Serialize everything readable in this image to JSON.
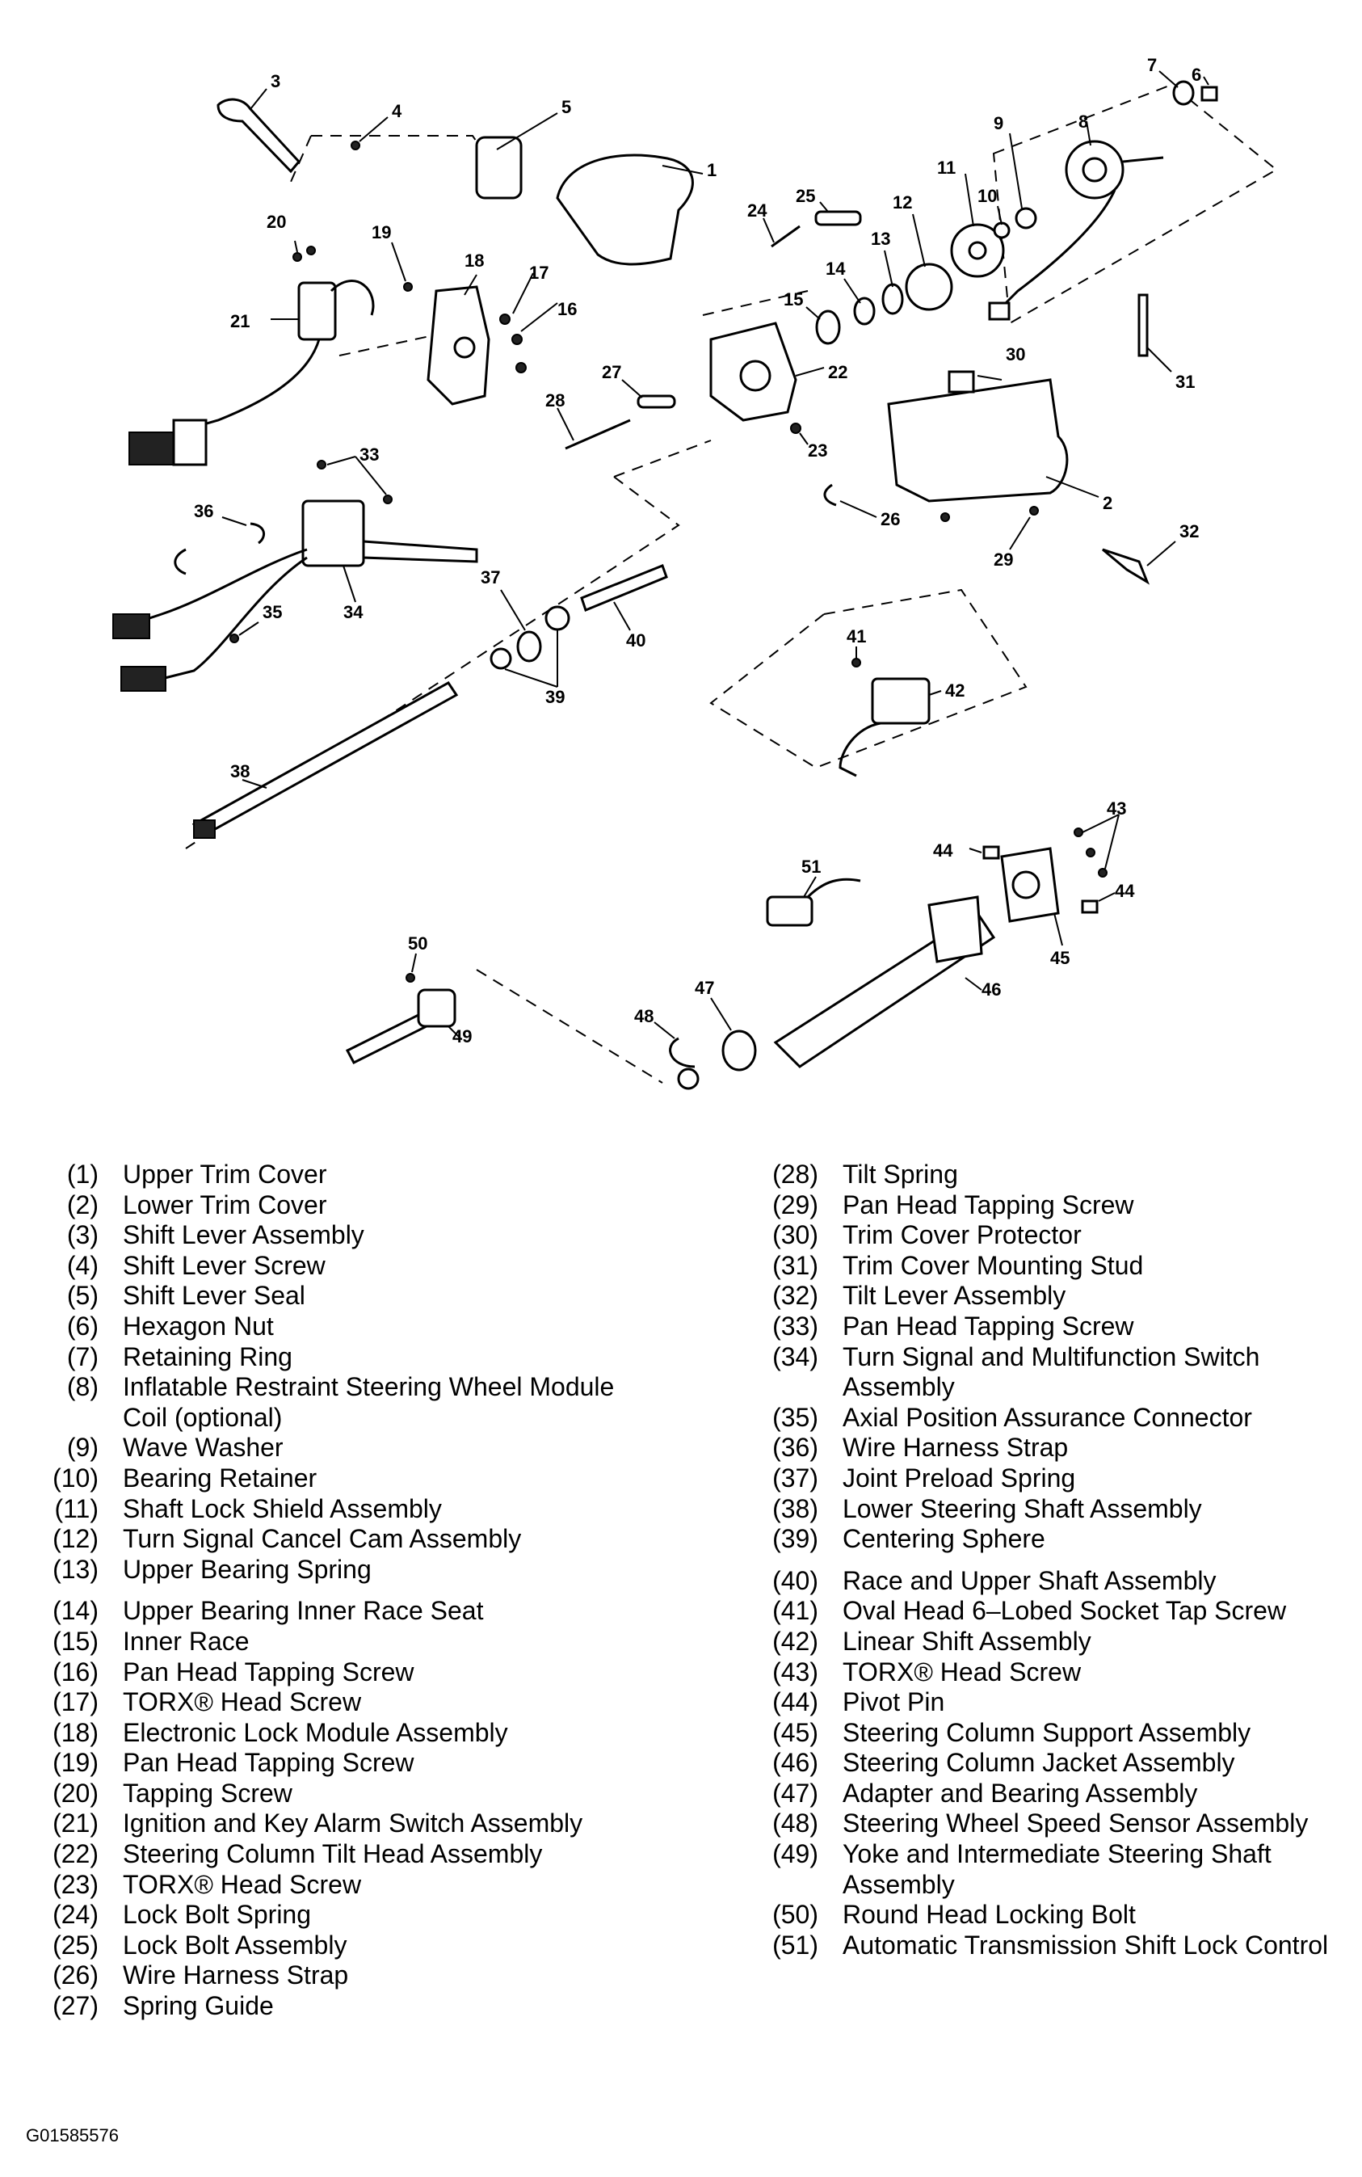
{
  "callouts": [
    "1",
    "2",
    "3",
    "4",
    "5",
    "6",
    "7",
    "8",
    "9",
    "10",
    "11",
    "12",
    "13",
    "14",
    "15",
    "16",
    "17",
    "18",
    "19",
    "20",
    "21",
    "22",
    "23",
    "24",
    "25",
    "26",
    "27",
    "28",
    "29",
    "30",
    "31",
    "32",
    "33",
    "34",
    "35",
    "36",
    "37",
    "38",
    "39",
    "40",
    "41",
    "42",
    "43",
    "44",
    "44",
    "45",
    "46",
    "47",
    "48",
    "49",
    "50",
    "51"
  ],
  "legend_left": [
    {
      "num": "(1)",
      "text": "Upper Trim Cover"
    },
    {
      "num": "(2)",
      "text": "Lower Trim Cover"
    },
    {
      "num": "(3)",
      "text": "Shift Lever Assembly"
    },
    {
      "num": "(4)",
      "text": "Shift Lever Screw"
    },
    {
      "num": "(5)",
      "text": "Shift Lever Seal"
    },
    {
      "num": "(6)",
      "text": "Hexagon Nut"
    },
    {
      "num": "(7)",
      "text": "Retaining Ring"
    },
    {
      "num": "(8)",
      "text": "Inflatable Restraint Steering Wheel Module\nCoil (optional)"
    },
    {
      "num": "(9)",
      "text": "Wave Washer"
    },
    {
      "num": "(10)",
      "text": "Bearing Retainer"
    },
    {
      "num": "(11)",
      "text": "Shaft Lock Shield Assembly"
    },
    {
      "num": "(12)",
      "text": "Turn Signal Cancel Cam Assembly"
    },
    {
      "num": "(13)",
      "text": "Upper Bearing Spring"
    },
    {
      "num": "(14)",
      "text": "Upper Bearing Inner Race Seat"
    },
    {
      "num": "(15)",
      "text": "Inner Race"
    },
    {
      "num": "(16)",
      "text": "Pan Head Tapping Screw"
    },
    {
      "num": "(17)",
      "text": "TORX® Head Screw"
    },
    {
      "num": "(18)",
      "text": "Electronic Lock Module Assembly"
    },
    {
      "num": "(19)",
      "text": "Pan Head Tapping Screw"
    },
    {
      "num": "(20)",
      "text": "Tapping Screw"
    },
    {
      "num": "(21)",
      "text": "Ignition and Key Alarm Switch Assembly"
    },
    {
      "num": "(22)",
      "text": "Steering Column Tilt Head Assembly"
    },
    {
      "num": "(23)",
      "text": "TORX® Head Screw"
    },
    {
      "num": "(24)",
      "text": "Lock Bolt Spring"
    },
    {
      "num": "(25)",
      "text": "Lock Bolt Assembly"
    },
    {
      "num": "(26)",
      "text": "Wire Harness Strap"
    },
    {
      "num": "(27)",
      "text": "Spring Guide"
    }
  ],
  "legend_right": [
    {
      "num": "(28)",
      "text": "Tilt Spring"
    },
    {
      "num": "(29)",
      "text": "Pan Head Tapping Screw"
    },
    {
      "num": "(30)",
      "text": "Trim Cover Protector"
    },
    {
      "num": "(31)",
      "text": "Trim Cover Mounting Stud"
    },
    {
      "num": "(32)",
      "text": "Tilt Lever Assembly"
    },
    {
      "num": "(33)",
      "text": "Pan Head Tapping Screw"
    },
    {
      "num": "(34)",
      "text": "Turn Signal and Multifunction Switch\nAssembly"
    },
    {
      "num": "(35)",
      "text": "Axial Position Assurance Connector"
    },
    {
      "num": "(36)",
      "text": "Wire Harness Strap"
    },
    {
      "num": "(37)",
      "text": "Joint Preload Spring"
    },
    {
      "num": "(38)",
      "text": "Lower Steering Shaft Assembly"
    },
    {
      "num": "(39)",
      "text": "Centering Sphere"
    },
    {
      "num": "(40)",
      "text": "Race and Upper Shaft Assembly"
    },
    {
      "num": "(41)",
      "text": "Oval Head 6–Lobed Socket Tap Screw"
    },
    {
      "num": "(42)",
      "text": "Linear Shift Assembly"
    },
    {
      "num": "(43)",
      "text": "TORX® Head Screw"
    },
    {
      "num": "(44)",
      "text": "Pivot Pin"
    },
    {
      "num": "(45)",
      "text": "Steering Column Support Assembly"
    },
    {
      "num": "(46)",
      "text": "Steering Column Jacket Assembly"
    },
    {
      "num": "(47)",
      "text": "Adapter and Bearing Assembly"
    },
    {
      "num": "(48)",
      "text": "Steering Wheel Speed Sensor Assembly"
    },
    {
      "num": "(49)",
      "text": "Yoke and Intermediate Steering Shaft\nAssembly"
    },
    {
      "num": "(50)",
      "text": "Round Head Locking Bolt"
    },
    {
      "num": "(51)",
      "text": "Automatic Transmission Shift Lock Control"
    }
  ],
  "figure_id": "G01585576"
}
